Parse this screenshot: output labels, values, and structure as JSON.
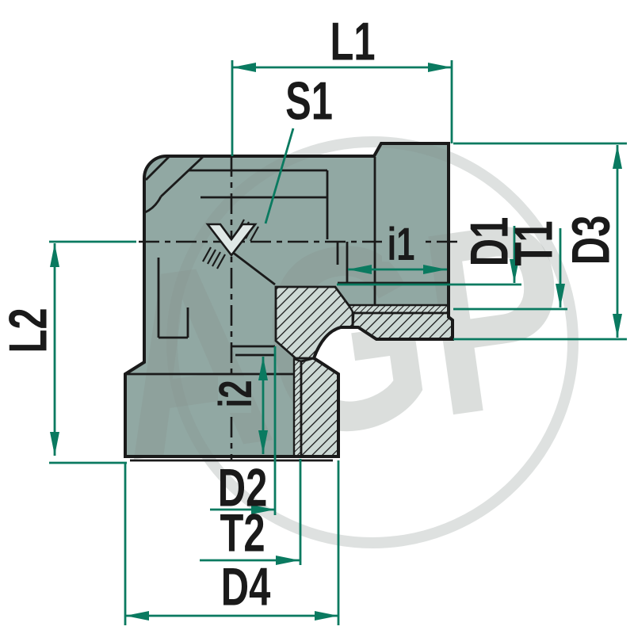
{
  "drawing": {
    "type": "technical-cross-section-elbow-fitting",
    "labels": {
      "L1": "L1",
      "S1": "S1",
      "i1": "i1",
      "D1": "D1",
      "T1": "T1",
      "D3": "D3",
      "L2": "L2",
      "i2": "i2",
      "D2": "D2",
      "T2": "T2",
      "D4": "D4"
    },
    "watermark": {
      "text": "AGP"
    },
    "colors": {
      "background": "#FFFFFF",
      "body_fill": "#91A8A3",
      "section_fill": "#CDD9D5",
      "dimension_color": "#0A7A60",
      "line_color": "#1A1A1A",
      "watermark_color": "#8A948F"
    }
  }
}
